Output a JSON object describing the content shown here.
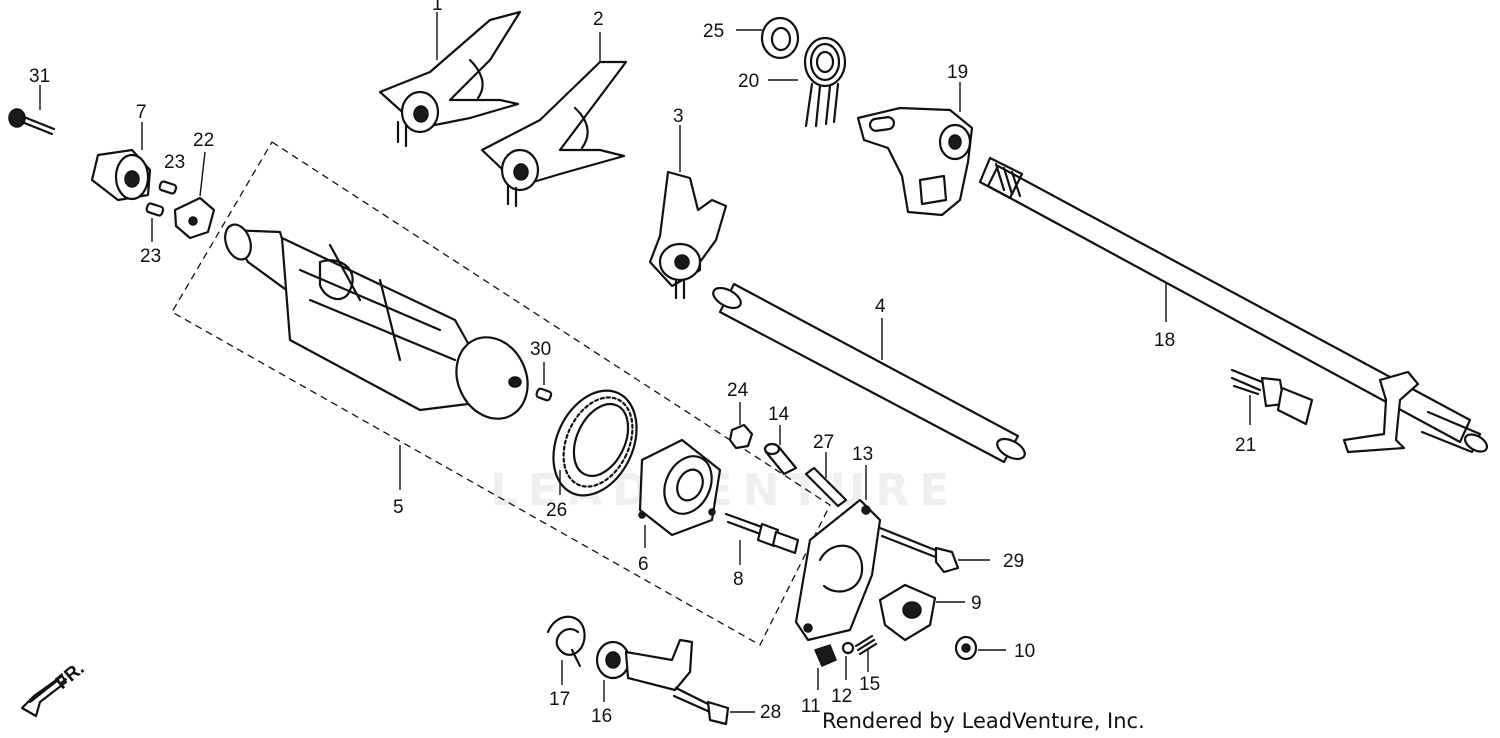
{
  "diagram": {
    "callouts": [
      "1",
      "2",
      "3",
      "4",
      "5",
      "6",
      "7",
      "8",
      "9",
      "10",
      "11",
      "12",
      "13",
      "14",
      "15",
      "16",
      "17",
      "18",
      "19",
      "20",
      "21",
      "22",
      "23",
      "23",
      "24",
      "25",
      "26",
      "27",
      "28",
      "29",
      "30",
      "31"
    ],
    "direction_marker": "FR.",
    "watermark": "LEADVENTURE",
    "credit": "Rendered by LeadVenture, Inc."
  },
  "colors": {
    "ink": "#111111",
    "paper": "#ffffff"
  }
}
